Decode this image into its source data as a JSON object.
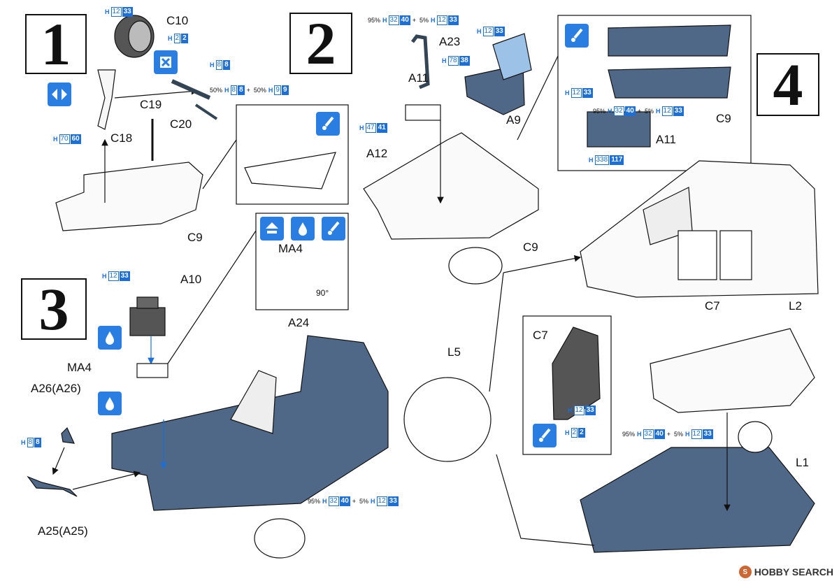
{
  "steps": [
    "1",
    "2",
    "3",
    "4"
  ],
  "parts": {
    "c10": "C10",
    "c19": "C19",
    "c20": "C20",
    "c18": "C18",
    "c9_s1": "C9",
    "a23": "A23",
    "a11_s2": "A11",
    "a12": "A12",
    "a9": "A9",
    "c9_s2": "C9",
    "a10": "A10",
    "ma4_s3": "MA4",
    "ma4_inset": "MA4",
    "a24": "A24",
    "a26": "A26(A26)",
    "a25": "A25(A25)",
    "angle": "90°",
    "c9_s4": "C9",
    "a11_s4": "A11",
    "l2": "L2",
    "c7": "C7",
    "c7_inset": "C7",
    "l5": "L5",
    "l1": "L1"
  },
  "paints": {
    "s1_tire": {
      "h": "H",
      "n": "12",
      "n2": "33"
    },
    "s1_hub": {
      "h": "H",
      "n": "2",
      "n2": "2"
    },
    "s1_c19": {
      "h": "H",
      "n": "8",
      "n2": "8"
    },
    "s1_c20": {
      "p1": "50%",
      "h1": "H",
      "a1": "8",
      "b1": "8",
      "plus": "+",
      "p2": "50%",
      "h2": "H",
      "a2": "9",
      "b2": "9"
    },
    "s1_c18": {
      "h": "H",
      "n": "70",
      "n2": "60"
    },
    "s2_a23": {
      "p1": "95%",
      "h1": "H",
      "a1": "32",
      "b1": "40",
      "plus": "+",
      "p2": "5%",
      "h2": "H",
      "a2": "12",
      "b2": "33"
    },
    "s2_seatback": {
      "h": "H",
      "n": "12",
      "n2": "33"
    },
    "s2_seat": {
      "h": "H",
      "n": "78",
      "n2": "38"
    },
    "s2_a12": {
      "h": "H",
      "n": "47",
      "n2": "41"
    },
    "s3_a10": {
      "h": "H",
      "n": "12",
      "n2": "33"
    },
    "s3_a26": {
      "h": "H",
      "n": "8",
      "n2": "8"
    },
    "s3_floor": {
      "p1": "95%",
      "h1": "H",
      "a1": "32",
      "b1": "40",
      "plus": "+",
      "p2": "5%",
      "h2": "H",
      "a2": "12",
      "b2": "33"
    },
    "s4_panel": {
      "h": "H",
      "n": "12",
      "n2": "33"
    },
    "s4_a11": {
      "p1": "95%",
      "h1": "H",
      "a1": "32",
      "b1": "40",
      "plus": "+",
      "p2": "5%",
      "h2": "H",
      "a2": "12",
      "b2": "33"
    },
    "s4_a11b": {
      "h": "H",
      "n": "338",
      "n2": "117"
    },
    "s4_c7a": {
      "h": "H",
      "n": "12",
      "n2": "33"
    },
    "s4_c7b": {
      "h": "H",
      "n": "2",
      "n2": "2"
    },
    "s4_floor": {
      "p1": "95%",
      "h1": "H",
      "a1": "32",
      "b1": "40",
      "plus": "+",
      "p2": "5%",
      "h2": "H",
      "a2": "12",
      "b2": "33"
    }
  },
  "icons": [
    "paint-icon",
    "no-cement-icon",
    "flip-over-icon",
    "glue-icon"
  ],
  "colors": {
    "blue": "#1d6fd6",
    "navy": "#4f6887",
    "icon": "#2a7de1"
  },
  "watermark": "HOBBY SEARCH"
}
